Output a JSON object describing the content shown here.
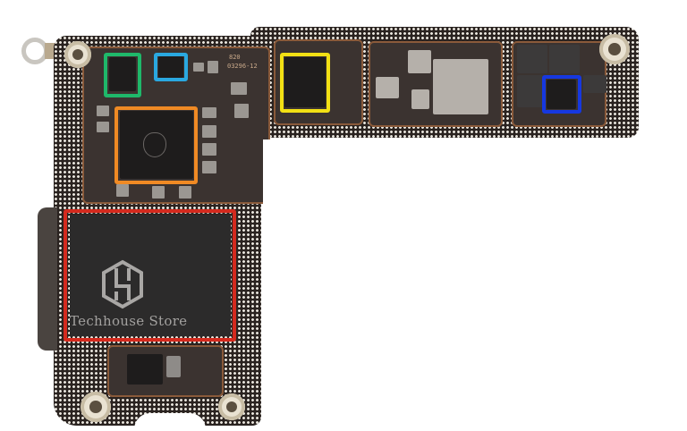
{
  "image": {
    "subject": "iPhone logic board with highlighted chips",
    "watermark": {
      "text": "Techhouse Store",
      "logo": "hexagon-monogram-logo"
    },
    "silkscreen": {
      "label_1": "820",
      "label_2": "03296-12"
    },
    "highlights": [
      {
        "name": "green-box",
        "color": "#1fb86a"
      },
      {
        "name": "cyan-box",
        "color": "#2aa8e0"
      },
      {
        "name": "orange-box",
        "color": "#f08a24"
      },
      {
        "name": "yellow-box",
        "color": "#f2e014"
      },
      {
        "name": "blue-box",
        "color": "#1638e0"
      },
      {
        "name": "red-box",
        "color": "#d42a1e"
      }
    ],
    "background": "#ffffff"
  }
}
